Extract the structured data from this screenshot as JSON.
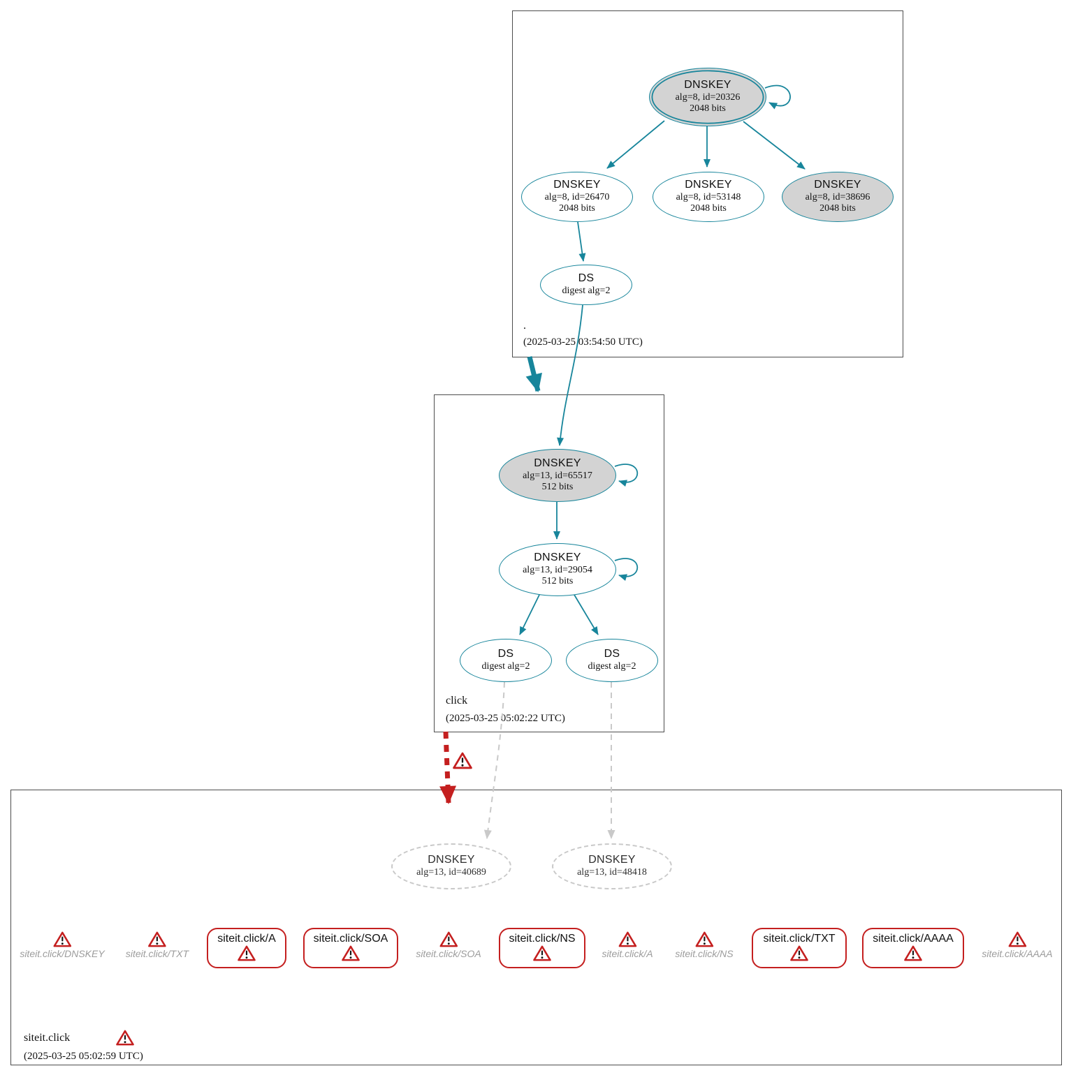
{
  "colors": {
    "secure_teal": "#17859b",
    "bogus_red": "#c41f1f",
    "insecure_text_gray": "#9c9c9c",
    "dashed_edge_gray": "#c9c9c9",
    "node_fill_gray": "#d3d3d3"
  },
  "zones": {
    "root": {
      "label": ".",
      "timestamp": "(2025-03-25 03:54:50 UTC)",
      "ksk": {
        "title": "DNSKEY",
        "detail1": "alg=8, id=20326",
        "detail2": "2048 bits"
      },
      "zsk1": {
        "title": "DNSKEY",
        "detail1": "alg=8, id=26470",
        "detail2": "2048 bits"
      },
      "zsk2": {
        "title": "DNSKEY",
        "detail1": "alg=8, id=53148",
        "detail2": "2048 bits"
      },
      "zsk3": {
        "title": "DNSKEY",
        "detail1": "alg=8, id=38696",
        "detail2": "2048 bits"
      },
      "ds": {
        "title": "DS",
        "detail1": "digest alg=2"
      }
    },
    "click": {
      "label": "click",
      "timestamp": "(2025-03-25 05:02:22 UTC)",
      "ksk": {
        "title": "DNSKEY",
        "detail1": "alg=13, id=65517",
        "detail2": "512 bits"
      },
      "zsk": {
        "title": "DNSKEY",
        "detail1": "alg=13, id=29054",
        "detail2": "512 bits"
      },
      "ds1": {
        "title": "DS",
        "detail1": "digest alg=2"
      },
      "ds2": {
        "title": "DS",
        "detail1": "digest alg=2"
      }
    },
    "siteit": {
      "label": "siteit.click",
      "timestamp": "(2025-03-25 05:02:59 UTC)",
      "dnskey1": {
        "title": "DNSKEY",
        "detail1": "alg=13, id=40689"
      },
      "dnskey2": {
        "title": "DNSKEY",
        "detail1": "alg=13, id=48418"
      },
      "rrsets": [
        {
          "label": "siteit.click/DNSKEY",
          "status": "insecure-warning"
        },
        {
          "label": "siteit.click/TXT",
          "status": "insecure-warning"
        },
        {
          "label": "siteit.click/A",
          "status": "bogus-warning"
        },
        {
          "label": "siteit.click/SOA",
          "status": "bogus-warning"
        },
        {
          "label": "siteit.click/SOA",
          "status": "insecure-warning"
        },
        {
          "label": "siteit.click/NS",
          "status": "bogus-warning"
        },
        {
          "label": "siteit.click/A",
          "status": "insecure-warning"
        },
        {
          "label": "siteit.click/NS",
          "status": "insecure-warning"
        },
        {
          "label": "siteit.click/TXT",
          "status": "bogus-warning"
        },
        {
          "label": "siteit.click/AAAA",
          "status": "bogus-warning"
        },
        {
          "label": "siteit.click/AAAA",
          "status": "insecure-warning"
        }
      ]
    }
  }
}
